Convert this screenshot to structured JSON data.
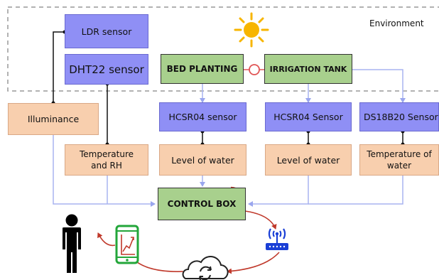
{
  "environment": {
    "label": "Environment"
  },
  "sensors": {
    "ldr": "LDR sensor",
    "dht22": "DHT22 sensor",
    "hcsr04_bed": "HCSR04 sensor",
    "hcsr04_tank": "HCSR04 Sensor",
    "ds18b20": "DS18B20 Sensor"
  },
  "readings": {
    "illuminance": "Illuminance",
    "temp_rh": "Temperature and RH",
    "level_bed": "Level of water",
    "level_tank": "Level of water",
    "temp_water": "Temperature of water"
  },
  "units": {
    "bed_planting": "BED PLANTING",
    "irrigation_tank": "IRRIGATION TANK",
    "control_box": "CONTROL BOX"
  },
  "icons": [
    "sun-icon",
    "wifi-signal-icon",
    "router-icon",
    "cloud-sync-icon",
    "smartphone-chart-icon",
    "person-icon"
  ],
  "colors": {
    "sensor_fill": "#8f8ff5",
    "reading_fill": "#f8cfae",
    "unit_fill": "#a8d08d",
    "signal_line": "#a8b4f0",
    "network_arrow": "#c0392b",
    "sun": "#f7b500"
  }
}
